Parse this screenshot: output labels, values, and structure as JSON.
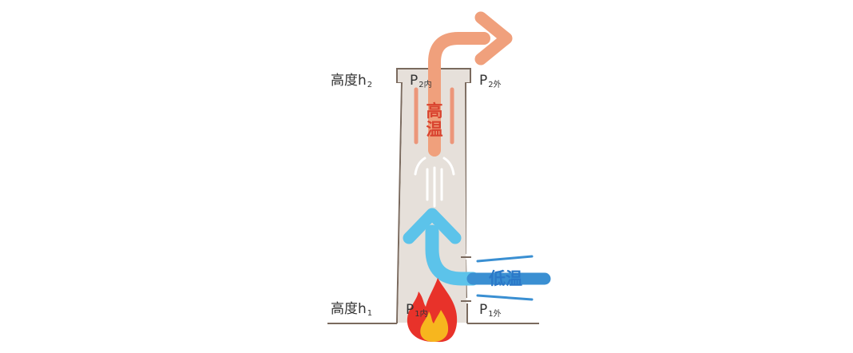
{
  "labels": {
    "height_top": {
      "main": "高度h",
      "sub": "2"
    },
    "height_bottom": {
      "main": "高度h",
      "sub": "1"
    },
    "p2_inside": {
      "main": "P",
      "sub": "2内"
    },
    "p2_outside": {
      "main": "P",
      "sub": "2外"
    },
    "p1_inside": {
      "main": "P",
      "sub": "1内"
    },
    "p1_outside": {
      "main": "P",
      "sub": "1外"
    },
    "hot": "高温",
    "cold": "低温"
  },
  "colors": {
    "chimney_fill": "#e6e0da",
    "chimney_stroke": "#7a6a5e",
    "hot_arrow": "#f0a07c",
    "hot_text": "#d9432f",
    "hot_stripe": "#ee8a6a",
    "cold_arrow": "#5cc3ea",
    "cold_stream": "#3a8fd2",
    "cold_text": "#2a78c8",
    "fire_outer": "#e8322a",
    "fire_inner": "#f7b61e"
  }
}
